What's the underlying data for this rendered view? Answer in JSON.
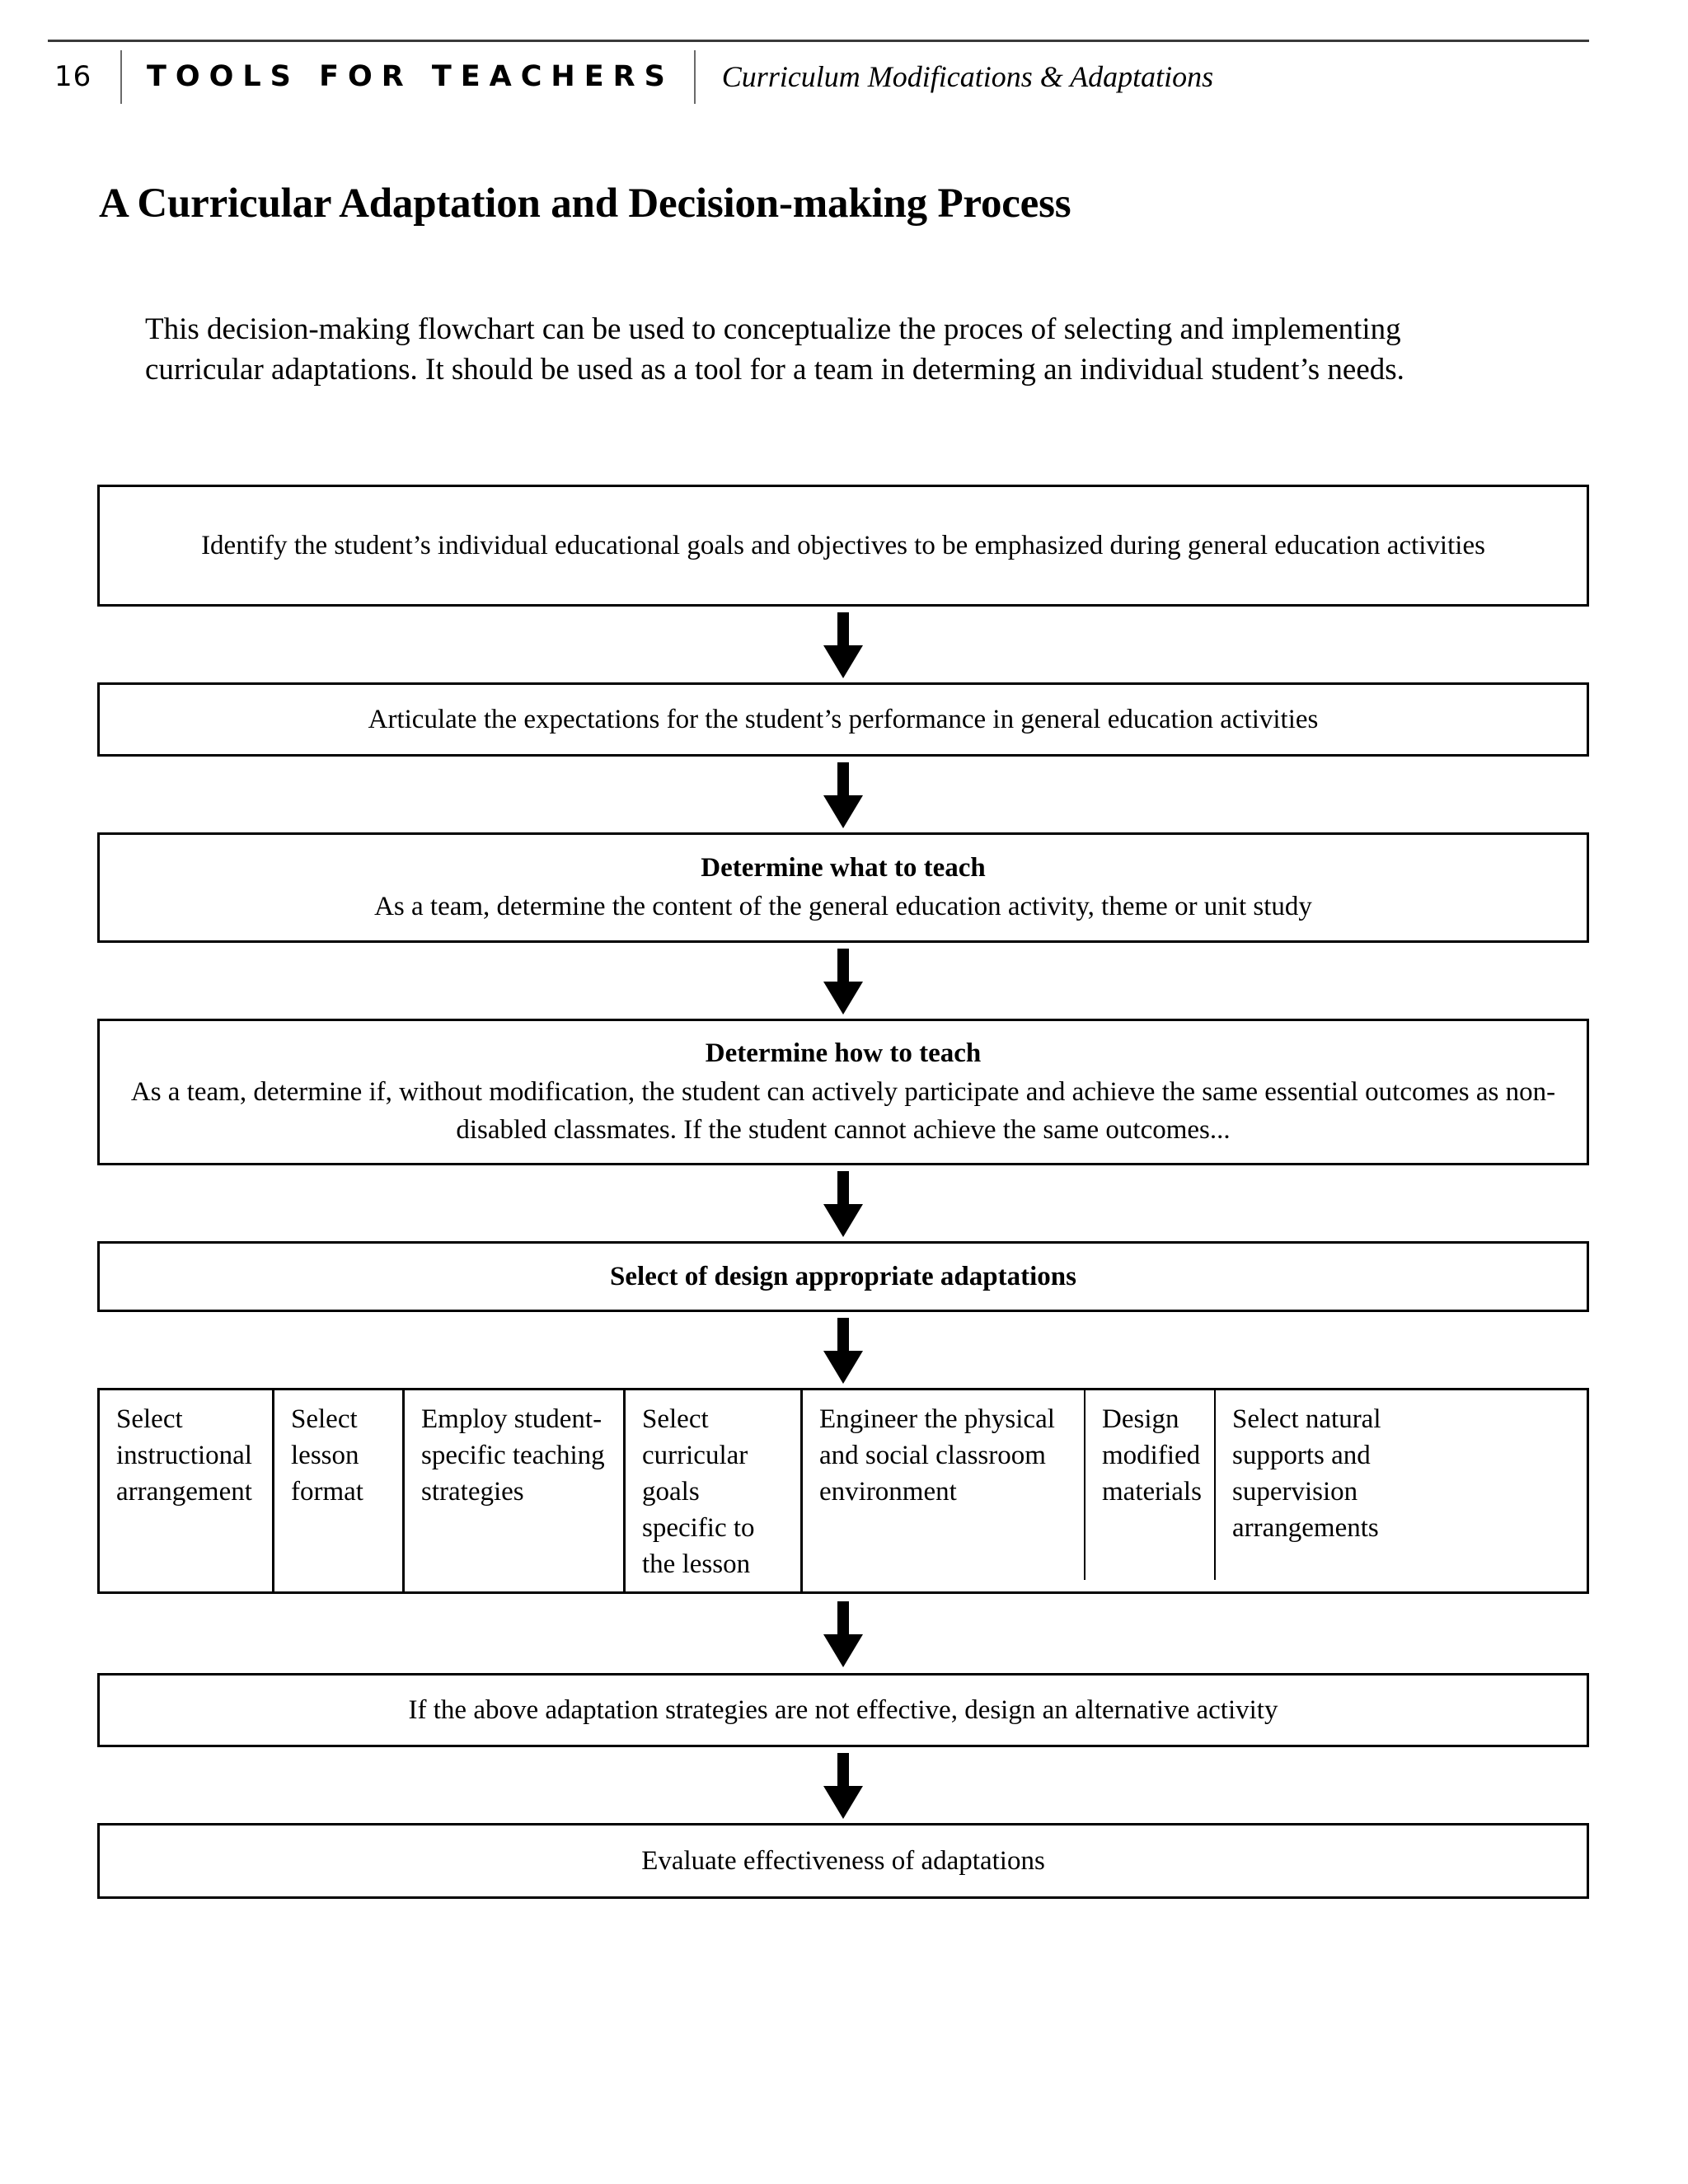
{
  "header": {
    "page_number": "16",
    "book_title": "TOOLS FOR TEACHERS",
    "section_title": "Curriculum Modifications & Adaptations"
  },
  "page": {
    "title": "A Curricular Adaptation and Decision-making Process",
    "intro": "This decision-making flowchart can be used to conceptualize the proces of selecting and implementing curricular adaptations. It should be used as a tool for a team in determing an individual student’s needs."
  },
  "flowchart": {
    "steps": [
      {
        "id": "identify-goals",
        "heading": "",
        "body": "Identify the student’s individual educational goals and objectives to be emphasized during general education activities"
      },
      {
        "id": "articulate-expectations",
        "heading": "",
        "body": "Articulate the expectations for the student’s performance in general education activities"
      },
      {
        "id": "determine-what-to-teach",
        "heading": "Determine what to teach",
        "body": "As a team, determine the content of the general education activity, theme or unit study"
      },
      {
        "id": "determine-how-to-teach",
        "heading": "Determine how to teach",
        "body": "As a team, determine if, without modification, the student can actively participate and achieve the same essential outcomes as non-disabled classmates. If the student cannot achieve the same outcomes..."
      },
      {
        "id": "select-design-adaptations",
        "heading": "Select of design appropriate adaptations",
        "body": ""
      }
    ],
    "adaptation_options": [
      {
        "id": "instructional-arrangement",
        "label": "Select instructional arrangement"
      },
      {
        "id": "lesson-format",
        "label": "Select lesson format"
      },
      {
        "id": "teaching-strategies",
        "label": "Employ student-specific teaching strategies"
      },
      {
        "id": "curricular-goals",
        "label": "Select curricular goals specific to the lesson"
      },
      {
        "id": "classroom-environment",
        "label": "Engineer the physical and social classroom environment"
      },
      {
        "id": "modified-materials",
        "label": "Design modified materials"
      },
      {
        "id": "natural-supports",
        "label": "Select natural supports and supervision arrangements"
      }
    ],
    "closing_steps": [
      {
        "id": "alternative-activity",
        "body": "If the above adaptation strategies are not effective, design an alternative activity"
      },
      {
        "id": "evaluate-effectiveness",
        "body": "Evaluate effectiveness of adaptations"
      }
    ]
  },
  "colors": {
    "ink": "#000000",
    "rule": "#3a3a3a",
    "page_background": "#ffffff"
  }
}
